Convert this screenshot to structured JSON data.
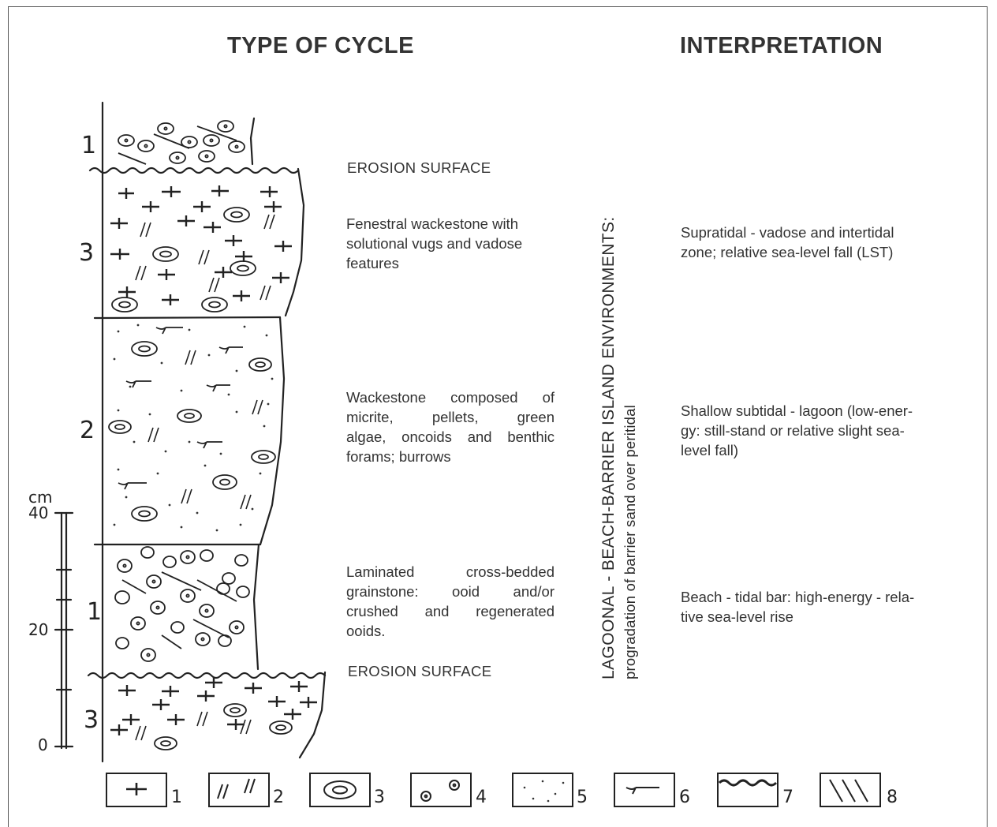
{
  "headings": {
    "type_of_cycle": "TYPE OF CYCLE",
    "interpretation": "INTERPRETATION"
  },
  "column": {
    "cycle_labels": [
      "1",
      "3",
      "2",
      "1",
      "3"
    ]
  },
  "scale": {
    "unit": "cm",
    "ticks": [
      "40",
      "20",
      "0"
    ]
  },
  "descriptions": {
    "erosion_top": "EROSION SURFACE",
    "cycle3": [
      "Fenestral wackestone with",
      "solutional vugs and vadose",
      "features"
    ],
    "cycle2": [
      "Wackestone composed of",
      "micrite, pellets, green",
      "algae, oncoids and benthic",
      "forams; burrows"
    ],
    "cycle1": [
      "Laminated cross-bedded",
      "grainstone: ooid and/or",
      "crushed and regenerated",
      "ooids."
    ],
    "erosion_bottom": "EROSION SURFACE"
  },
  "environment": {
    "line1": "LAGOONAL - BEACH-BARRIER ISLAND ENVIRONMENTS:",
    "line2": "progradation of barrier sand over peritidal"
  },
  "interpretations": {
    "cycle3": [
      "Supratidal - vadose and intertidal",
      "zone; relative sea-level fall (LST)"
    ],
    "cycle2": [
      "Shallow subtidal - lagoon (low-ener-",
      "gy: still-stand or relative slight sea-",
      "level fall)"
    ],
    "cycle1": [
      "Beach - tidal bar: high-energy - rela-",
      "tive sea-level rise"
    ]
  },
  "legend": {
    "items": [
      {
        "number": "1",
        "symbol": "fenestral-cross"
      },
      {
        "number": "2",
        "symbol": "vug-hash"
      },
      {
        "number": "3",
        "symbol": "oncoid"
      },
      {
        "number": "4",
        "symbol": "ooid"
      },
      {
        "number": "5",
        "symbol": "pellet-dots"
      },
      {
        "number": "6",
        "symbol": "burrow"
      },
      {
        "number": "7",
        "symbol": "erosion-surface"
      },
      {
        "number": "8",
        "symbol": "cross-lamination"
      }
    ]
  }
}
